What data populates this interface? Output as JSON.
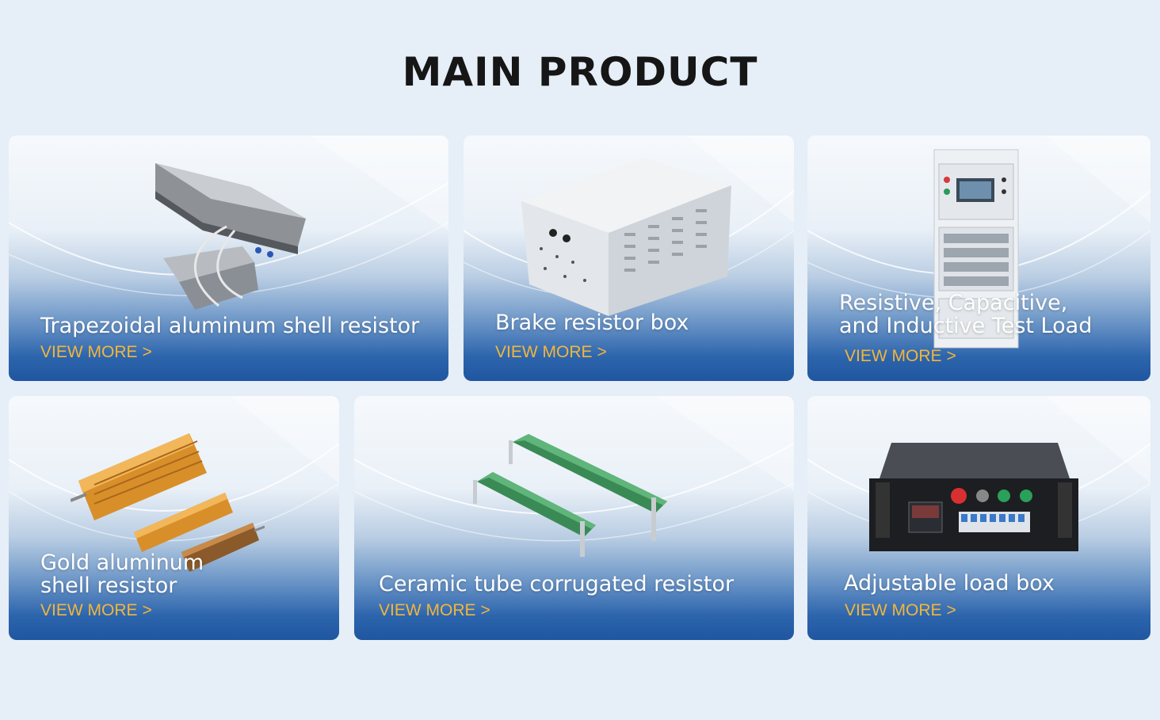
{
  "title": "MAIN PRODUCT",
  "colors": {
    "accent_link": "#f2b63b",
    "card_blue": "#1f56a0",
    "background": "#e6eef7"
  },
  "products": [
    {
      "name": "Trapezoidal aluminum shell resistor",
      "link": "VIEW MORE",
      "chevron": ">"
    },
    {
      "name": "Brake resistor box",
      "link": "VIEW MORE",
      "chevron": ">"
    },
    {
      "name": "Resistive, Capacitive,\nand Inductive Test Load",
      "link": "VIEW MORE",
      "chevron": ">"
    },
    {
      "name": "Gold aluminum\nshell resistor",
      "link": "VIEW MORE",
      "chevron": ">"
    },
    {
      "name": "Ceramic tube corrugated resistor",
      "link": "VIEW MORE",
      "chevron": ">"
    },
    {
      "name": "Adjustable load box",
      "link": "VIEW MORE",
      "chevron": ">"
    }
  ]
}
